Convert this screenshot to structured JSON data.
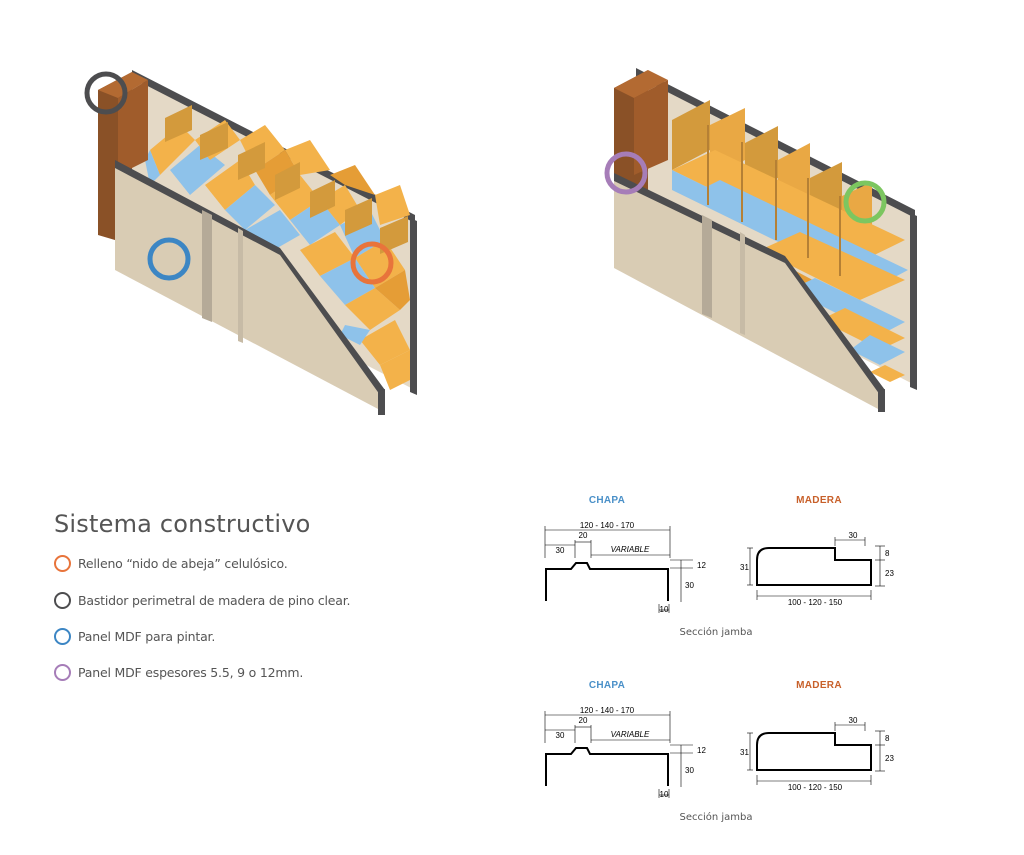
{
  "colors": {
    "orange": "#e8743b",
    "dark_gray": "#4d4d4f",
    "blue": "#3c86c4",
    "purple": "#a67db8",
    "green": "#7cc660",
    "chapa_label": "#4a90c8",
    "madera_label": "#c8602a",
    "panel": "#d9ccb4",
    "frame_wood": "#8a5127",
    "honeycomb_fill": "#f3b24a",
    "honeycomb_blue": "#8ec2ea"
  },
  "legend": {
    "title": "Sistema constructivo",
    "items": [
      {
        "text": "Relleno “nido de abeja” celulósico.",
        "color": "#e8743b"
      },
      {
        "text": "Bastidor perimetral de madera de pino clear.",
        "color": "#4d4d4f"
      },
      {
        "text": "Panel MDF para pintar.",
        "color": "#3c86c4"
      },
      {
        "text": "Panel MDF espesores 5.5, 9 o 12mm.",
        "color": "#a67db8"
      }
    ]
  },
  "sections": [
    {
      "chapa": {
        "label": "CHAPA",
        "dims": {
          "total": "120 - 140 - 170",
          "d20": "20",
          "d30": "30",
          "variable": "VARIABLE",
          "d12": "12",
          "d30b": "30",
          "d10": "10"
        }
      },
      "madera": {
        "label": "MADERA",
        "dims": {
          "d30": "30",
          "d8": "8",
          "d31": "31",
          "d23": "23",
          "total": "100 - 120 - 150"
        }
      },
      "caption": "Sección jamba"
    },
    {
      "chapa": {
        "label": "CHAPA",
        "dims": {
          "total": "120 - 140 - 170",
          "d20": "20",
          "d30": "30",
          "variable": "VARIABLE",
          "d12": "12",
          "d30b": "30",
          "d10": "10"
        }
      },
      "madera": {
        "label": "MADERA",
        "dims": {
          "d30": "30",
          "d8": "8",
          "d31": "31",
          "d23": "23",
          "total": "100 - 120 - 150"
        }
      },
      "caption": "Sección jamba"
    }
  ]
}
